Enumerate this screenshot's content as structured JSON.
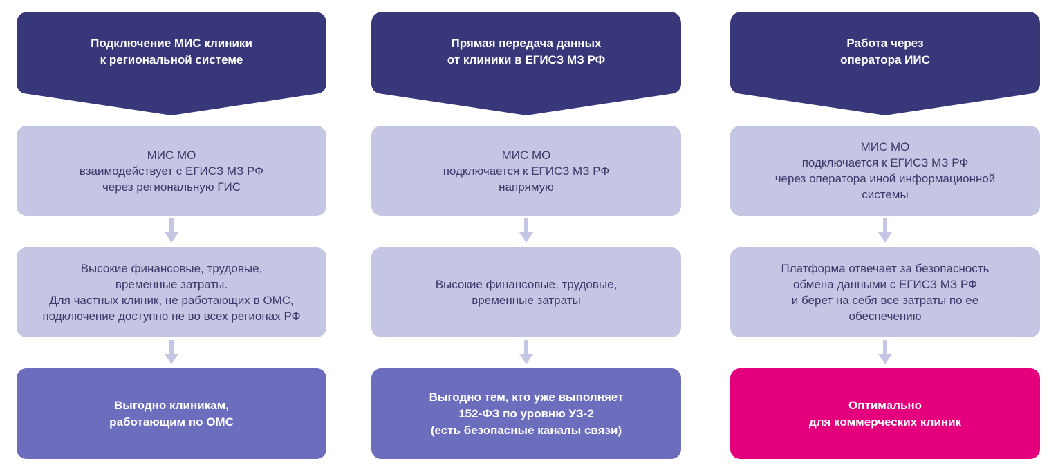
{
  "colors": {
    "header_bg": "#37377a",
    "info_bg": "#c5c5e4",
    "info_text": "#3a3a6a",
    "result_blue": "#6c6dbc",
    "result_pink": "#e4007c",
    "arrow": "#c5c5e4"
  },
  "columns": [
    {
      "header": "Подключение МИС клиники\nк региональной системе",
      "box1": "МИС МО\nвзаимодействует с ЕГИСЗ МЗ РФ\nчерез региональную ГИС",
      "box2": "Высокие финансовые, трудовые,\nвременные затраты.\nДля частных клиник, не работающих в ОМС,\nподключение доступно не во всех регионах РФ",
      "result": "Выгодно клиникам,\nработающим по ОМС",
      "result_color": "blue"
    },
    {
      "header": "Прямая передача данных\nот клиники в ЕГИСЗ МЗ РФ",
      "box1": "МИС МО\nподключается к ЕГИСЗ МЗ РФ\nнапрямую",
      "box2": "Высокие финансовые, трудовые,\nвременные затраты",
      "result": "Выгодно тем, кто уже выполняет\n152-ФЗ по уровню УЗ-2\n(есть безопасные каналы связи)",
      "result_color": "blue"
    },
    {
      "header": "Работа через\nоператора ИИС",
      "box1": "МИС МО\nподключается к ЕГИСЗ МЗ РФ\nчерез оператора иной информационной\nсистемы",
      "box2": "Платформа отвечает за безопасность\nобмена данными с ЕГИСЗ МЗ РФ\nи берет на себя все затраты по ее\nобеспечению",
      "result": "Оптимально\nдля коммерческих клиник",
      "result_color": "pink"
    }
  ]
}
